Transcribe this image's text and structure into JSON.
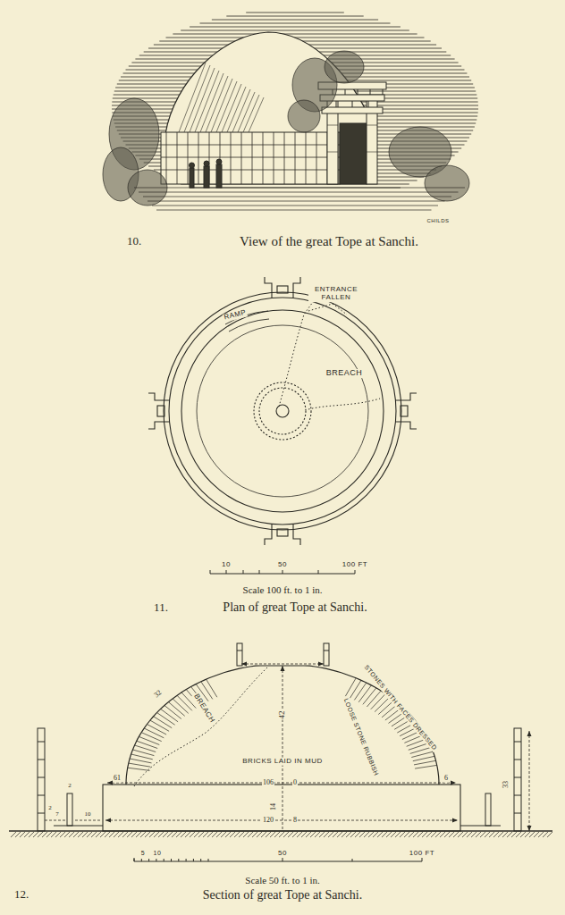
{
  "diagram": {
    "labels": [
      "10.",
      "View of the great Tope at Sanchi.",
      "CHILDS",
      "ENTRANCE FALLEN",
      "RAMP",
      "BREACH",
      "10",
      "50",
      "100 FT",
      "Scale 100 ft. to 1 in.",
      "11.",
      "Plan of great Tope at Sanchi.",
      "32",
      "BREACH",
      "STONES WITH FACES DRESSED",
      "LOOSE STONE RUBBISH",
      "42",
      "BRICKS LAID IN MUD",
      "106",
      "0",
      "14",
      "120",
      "8",
      "61",
      "6",
      "2",
      "2",
      "10",
      "7",
      "33",
      "5",
      "10",
      "50",
      "100 FT",
      "Scale 50 ft. to 1 in.",
      "12.",
      "Section of great Tope at Sanchi."
    ]
  }
}
